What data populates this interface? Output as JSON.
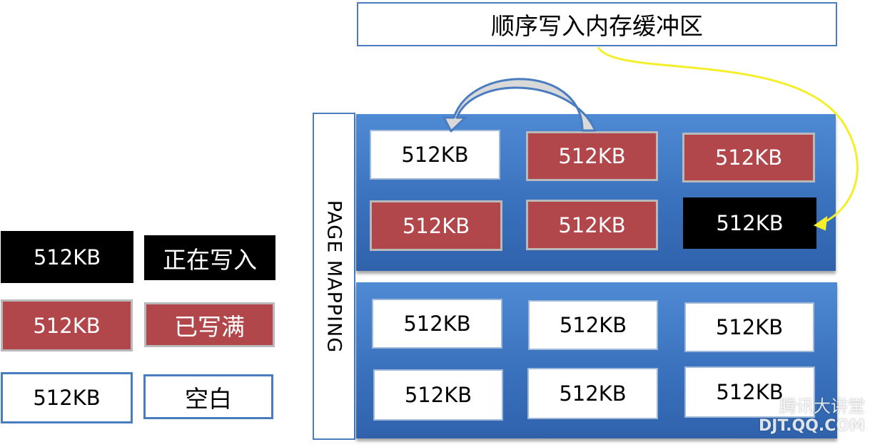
{
  "header_label": "顺序写入内存缓冲区",
  "mapping_label": "PAGE MAPPING",
  "legend": [
    {
      "block_label": "512KB",
      "meaning": "正在写入"
    },
    {
      "block_label": "512KB",
      "meaning": "已写满"
    },
    {
      "block_label": "512KB",
      "meaning": "空白"
    }
  ],
  "top_group": [
    [
      "512KB",
      "512KB",
      "512KB"
    ],
    [
      "512KB",
      "512KB",
      "512KB"
    ]
  ],
  "bottom_group": [
    [
      "512KB",
      "512KB",
      "512KB"
    ],
    [
      "512KB",
      "512KB",
      "512KB"
    ]
  ],
  "watermark": {
    "line1": "腾讯大讲堂",
    "line2": "DJT.QQ.COM"
  },
  "colors": {
    "writing": "#000000",
    "full": "#b1474a",
    "empty": "#ffffff",
    "panel": "#3c74c0",
    "arrow_yellow": "#f5ee2a"
  }
}
